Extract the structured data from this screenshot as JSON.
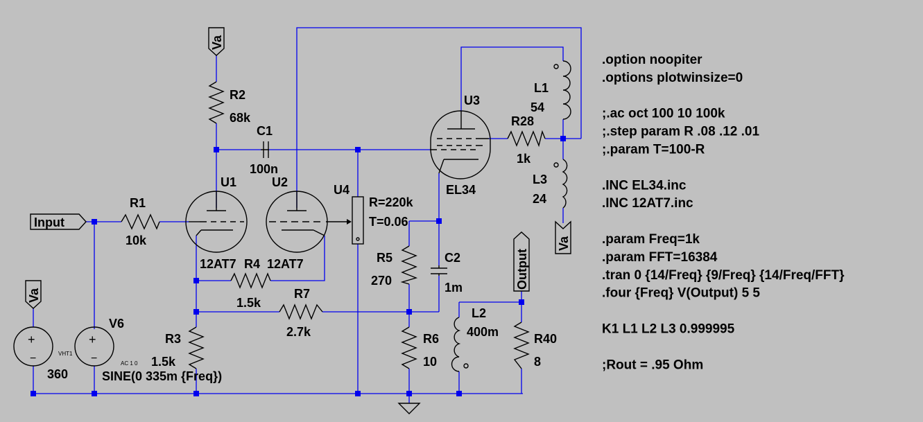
{
  "colors": {
    "background": "#c0c0c0",
    "wire": "#0000ee",
    "component": "#000000"
  },
  "labels": {
    "r1_name": "R1",
    "r1_value": "10k",
    "r2_name": "R2",
    "r2_value": "68k",
    "r3_name": "R3",
    "r3_value": "1.5k",
    "r4_name": "R4",
    "r4_value": "1.5k",
    "r5_name": "R5",
    "r5_value": "270",
    "r6_name": "R6",
    "r6_value": "10",
    "r7_name": "R7",
    "r7_value": "2.7k",
    "r28_name": "R28",
    "r28_value": "1k",
    "r40_name": "R40",
    "r40_value": "8",
    "c1_name": "C1",
    "c1_value": "100n",
    "c2_name": "C2",
    "c2_value": "1m",
    "u1_name": "U1",
    "u1_value": "12AT7",
    "u2_name": "U2",
    "u2_value": "12AT7",
    "u3_name": "U3",
    "u3_value": "EL34",
    "u4_name": "U4",
    "u4_r": "R=220k",
    "u4_t": "T=0.06",
    "l1_name": "L1",
    "l1_value": "54",
    "l2_name": "L2",
    "l2_value": "400m",
    "l3_name": "L3",
    "l3_value": "24",
    "v6_name": "V6",
    "v6_ac": "AC 1 0",
    "v6_value": "SINE(0 335m {Freq})",
    "vht1_name": "VHT1",
    "vht1_value": "360",
    "net_input": "Input",
    "net_output": "Output",
    "net_va": "Va"
  },
  "directives": [
    ".option noopiter",
    ".options plotwinsize=0",
    "",
    ";.ac oct 100 10 100k",
    ";.step param R .08 .12 .01",
    ";.param T=100-R",
    "",
    ".INC EL34.inc",
    ".INC 12AT7.inc",
    "",
    ".param Freq=1k",
    ".param FFT=16384",
    ".tran 0 {14/Freq} {9/Freq} {14/Freq/FFT}",
    ".four {Freq} V(Output) 5 5",
    "",
    "K1 L1 L2 L3 0.999995",
    "",
    ";Rout = .95 Ohm"
  ]
}
